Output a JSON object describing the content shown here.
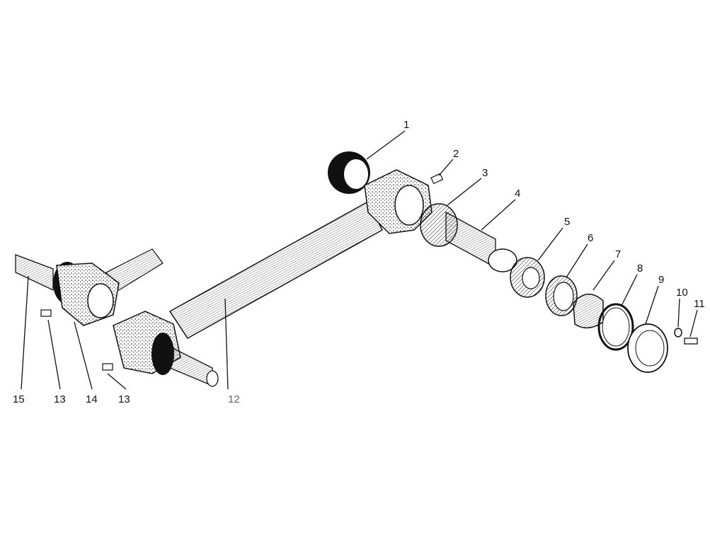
{
  "callouts": [
    {
      "id": "1",
      "label": "1"
    },
    {
      "id": "2",
      "label": "2"
    },
    {
      "id": "3",
      "label": "3"
    },
    {
      "id": "4",
      "label": "4"
    },
    {
      "id": "5",
      "label": "5"
    },
    {
      "id": "6",
      "label": "6"
    },
    {
      "id": "7",
      "label": "7"
    },
    {
      "id": "8",
      "label": "8"
    },
    {
      "id": "9",
      "label": "9"
    },
    {
      "id": "10",
      "label": "10"
    },
    {
      "id": "11",
      "label": "11"
    },
    {
      "id": "12",
      "label": "12"
    },
    {
      "id": "13a",
      "label": "13"
    },
    {
      "id": "13b",
      "label": "13"
    },
    {
      "id": "14",
      "label": "14"
    },
    {
      "id": "15",
      "label": "15"
    }
  ],
  "colors": {
    "ink": "#111111",
    "paper": "#ffffff",
    "label_12": "#666666"
  }
}
